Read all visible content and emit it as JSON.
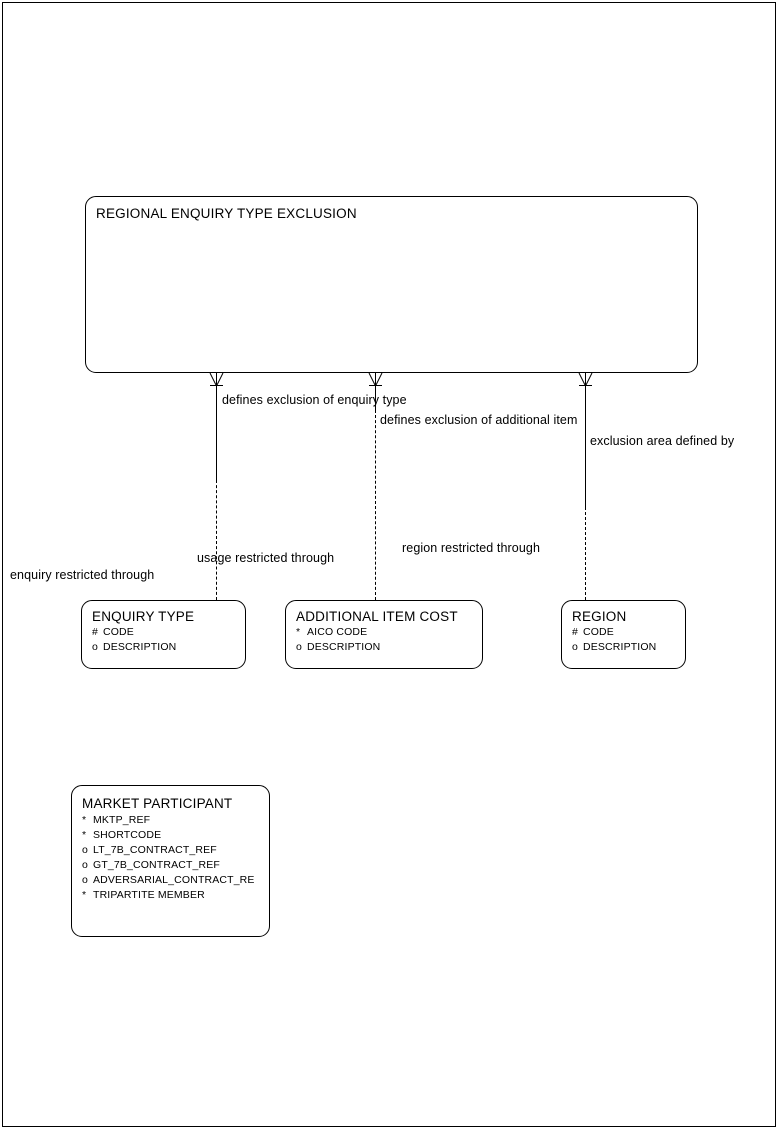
{
  "diagram": {
    "type": "entity-relationship-diagram",
    "notation": "barker",
    "legend": {
      "primary_key_marker": "#",
      "mandatory_marker": "*",
      "optional_marker": "o"
    }
  },
  "entities": [
    {
      "id": "regional-enquiry-type-exclusion",
      "name": "REGIONAL ENQUIRY TYPE EXCLUSION",
      "attributes": []
    },
    {
      "id": "enquiry-type",
      "name": "ENQUIRY TYPE",
      "attributes": [
        {
          "marker": "#",
          "name": "CODE"
        },
        {
          "marker": "o",
          "name": "DESCRIPTION"
        }
      ]
    },
    {
      "id": "additional-item-cost",
      "name": "ADDITIONAL ITEM COST",
      "attributes": [
        {
          "marker": "*",
          "name": "AICO CODE"
        },
        {
          "marker": "o",
          "name": "DESCRIPTION"
        }
      ]
    },
    {
      "id": "region",
      "name": "REGION",
      "attributes": [
        {
          "marker": "#",
          "name": "CODE"
        },
        {
          "marker": "o",
          "name": "DESCRIPTION"
        }
      ]
    },
    {
      "id": "market-participant",
      "name": "MARKET PARTICIPANT",
      "attributes": [
        {
          "marker": "*",
          "name": "MKTP_REF"
        },
        {
          "marker": "*",
          "name": "SHORTCODE"
        },
        {
          "marker": "o",
          "name": "LT_7B_CONTRACT_REF"
        },
        {
          "marker": "o",
          "name": "GT_7B_CONTRACT_REF"
        },
        {
          "marker": "o",
          "name": "ADVERSARIAL_CONTRACT_RE"
        },
        {
          "marker": "*",
          "name": "TRIPARTITE MEMBER"
        }
      ]
    }
  ],
  "relationships": [
    {
      "id": "rel-enquiry-type",
      "from": "regional-enquiry-type-exclusion",
      "to": "enquiry-type",
      "label_from": "defines exclusion of enquiry type",
      "label_to": "enquiry restricted through"
    },
    {
      "id": "rel-additional-item",
      "from": "regional-enquiry-type-exclusion",
      "to": "additional-item-cost",
      "label_from": "defines exclusion of additional item",
      "label_to": "usage restricted through"
    },
    {
      "id": "rel-region",
      "from": "regional-enquiry-type-exclusion",
      "to": "region",
      "label_from": "exclusion area defined by",
      "label_to": "region restricted through"
    }
  ],
  "colors": {
    "stroke": "#000000",
    "background": "#ffffff",
    "text": "#000000"
  }
}
